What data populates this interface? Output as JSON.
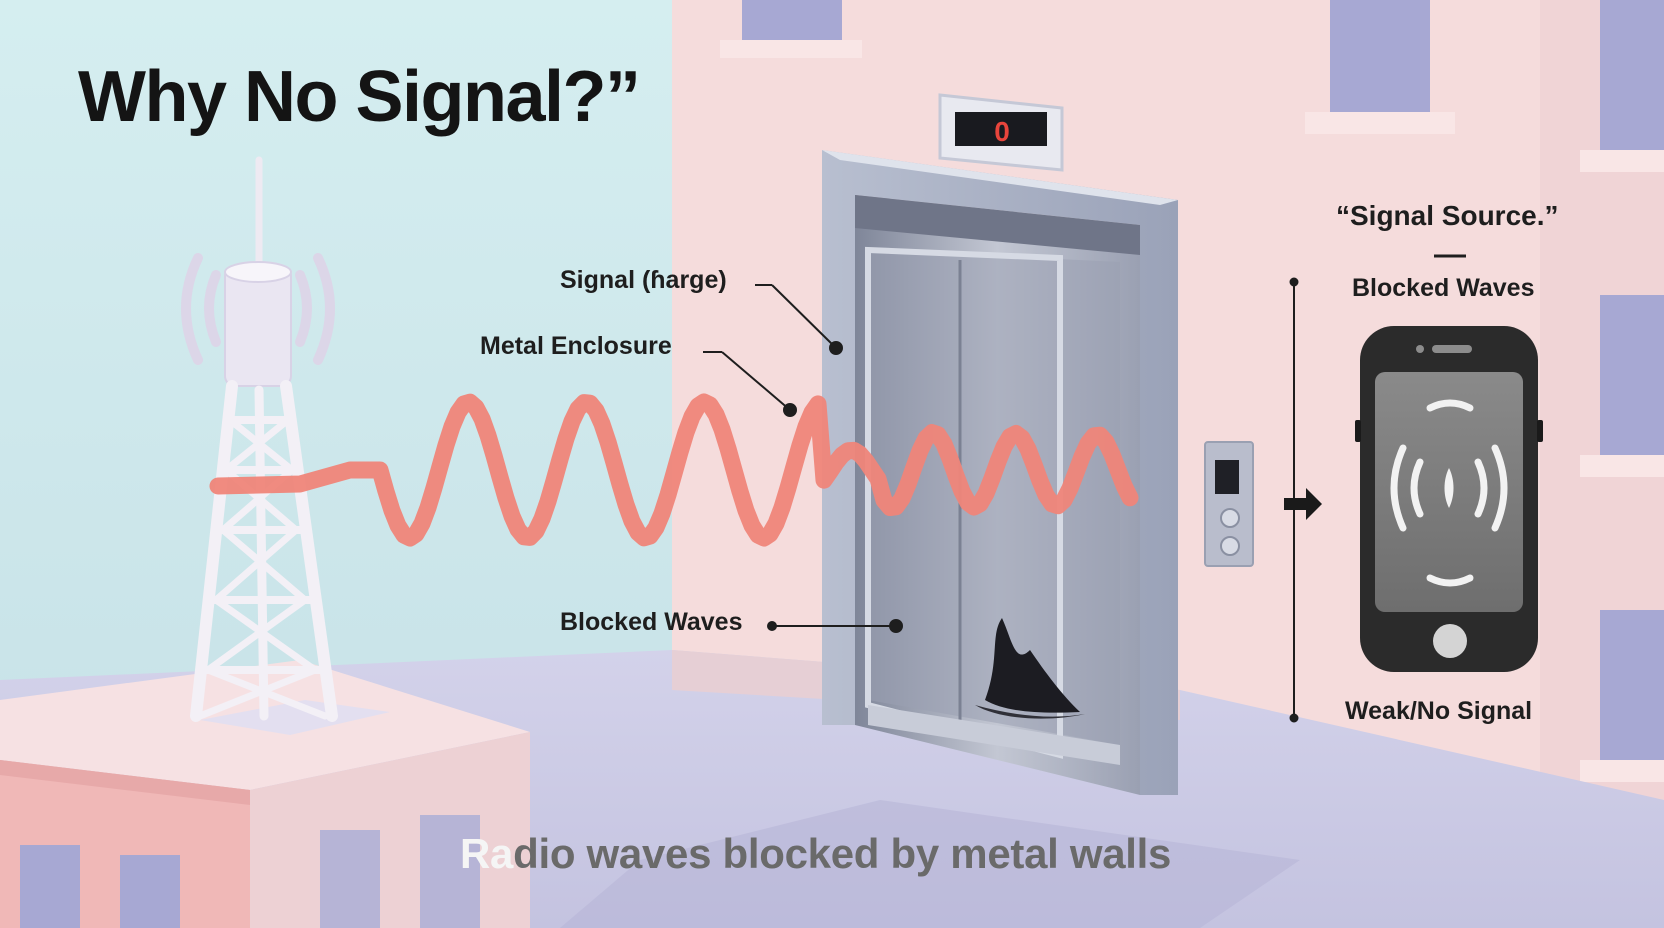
{
  "title": "Why No Signal?”",
  "labels": {
    "signal": "Signal (ɦarge)",
    "metal_enclosure": "Metal Enclosure",
    "blocked_waves": "Blocked Waves"
  },
  "right_panel": {
    "source": "“Signal Source.”",
    "blocked_waves": "Blocked Waves",
    "weak_signal": "Weak/No Signal"
  },
  "caption": {
    "highlight": "Ra",
    "rest": "dio waves blocked by metal walls"
  },
  "floor_display": {
    "digit": "0",
    "color": "#e8453c"
  },
  "icons": [
    "cell-tower-icon",
    "radio-wave-icon",
    "elevator-icon",
    "smartphone-icon",
    "signal-broadcast-icon",
    "arrow-right-icon"
  ],
  "colors": {
    "sky": "#cfe9ec",
    "wall": "#f4dcdc",
    "wave": "#ee8478",
    "metal": "#a9b0c2",
    "phone": "#2b2b2b"
  }
}
